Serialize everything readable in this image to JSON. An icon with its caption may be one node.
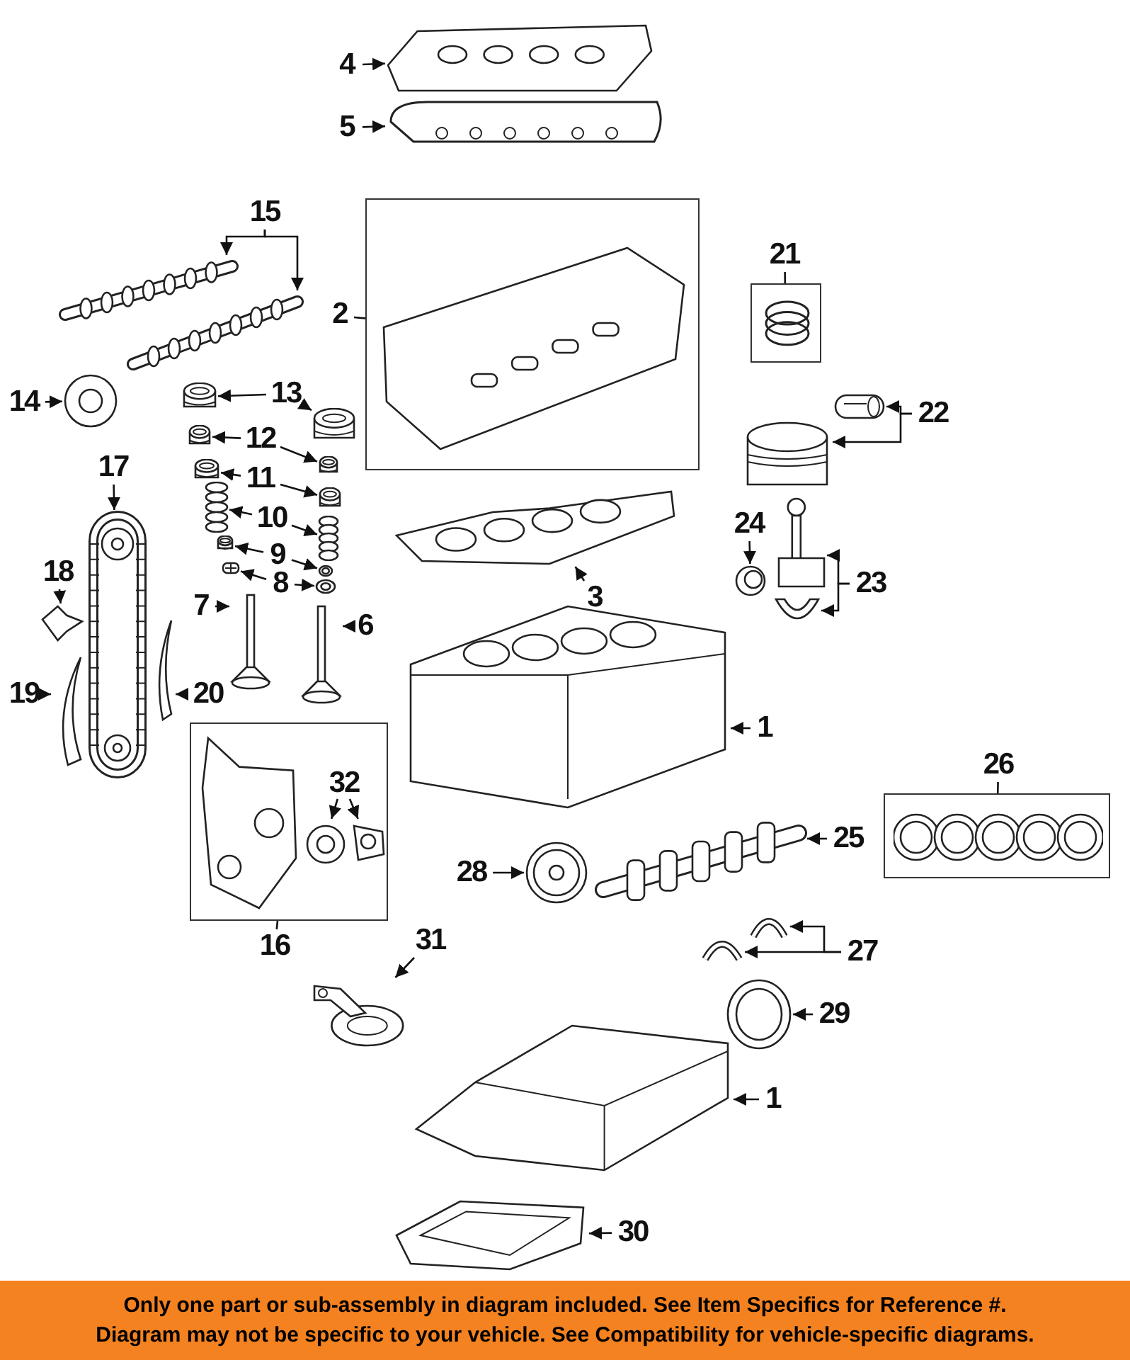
{
  "diagram": {
    "nodes": [
      {
        "text": [
          "4"
        ]
      },
      {
        "text": [],
        "shape": "picture"
      },
      {
        "text": [
          "5"
        ]
      },
      {
        "text": [],
        "shape": "picture"
      },
      {
        "text": [
          "15"
        ]
      },
      {
        "text": [],
        "shape": "picture"
      },
      {
        "text": [],
        "shape": "picture"
      },
      {
        "text": [
          "2"
        ]
      },
      {
        "text": [],
        "shape": "box"
      },
      {
        "text": [
          "14"
        ]
      },
      {
        "text": [],
        "shape": "picture"
      },
      {
        "text": [
          "13"
        ]
      },
      {
        "text": [],
        "shape": "picture"
      },
      {
        "text": [],
        "shape": "picture"
      },
      {
        "text": [
          "21"
        ]
      },
      {
        "text": [],
        "shape": "box"
      },
      {
        "text": [
          "22"
        ]
      },
      {
        "text": [],
        "shape": "picture"
      },
      {
        "text": [],
        "shape": "picture"
      },
      {
        "text": [
          "12"
        ]
      },
      {
        "text": [],
        "shape": "picture"
      },
      {
        "text": [],
        "shape": "picture"
      },
      {
        "text": [
          "11"
        ]
      },
      {
        "text": [],
        "shape": "picture"
      },
      {
        "text": [],
        "shape": "picture"
      },
      {
        "text": [
          "17"
        ]
      },
      {
        "text": [],
        "shape": "picture"
      },
      {
        "text": [
          "10"
        ]
      },
      {
        "text": [],
        "shape": "picture"
      },
      {
        "text": [],
        "shape": "picture"
      },
      {
        "text": [
          "9"
        ]
      },
      {
        "text": [],
        "shape": "picture"
      },
      {
        "text": [],
        "shape": "picture"
      },
      {
        "text": [
          "8"
        ]
      },
      {
        "text": [],
        "shape": "picture"
      },
      {
        "text": [],
        "shape": "picture"
      },
      {
        "text": [
          "18"
        ]
      },
      {
        "text": [],
        "shape": "picture"
      },
      {
        "text": [
          "7"
        ]
      },
      {
        "text": [],
        "shape": "picture"
      },
      {
        "text": [
          "6"
        ]
      },
      {
        "text": [],
        "shape": "picture"
      },
      {
        "text": [
          "3"
        ]
      },
      {
        "text": [],
        "shape": "picture"
      },
      {
        "text": [
          "24"
        ]
      },
      {
        "text": [],
        "shape": "picture"
      },
      {
        "text": [
          "23"
        ]
      },
      {
        "text": [],
        "shape": "picture"
      },
      {
        "text": [],
        "shape": "picture"
      },
      {
        "text": [
          "19"
        ]
      },
      {
        "text": [],
        "shape": "picture"
      },
      {
        "text": [
          "20"
        ]
      },
      {
        "text": [],
        "shape": "picture"
      },
      {
        "text": [
          "1"
        ]
      },
      {
        "text": [],
        "shape": "picture"
      },
      {
        "text": [
          "26"
        ]
      },
      {
        "text": [],
        "shape": "box"
      },
      {
        "text": [],
        "shape": "box"
      },
      {
        "text": [
          "32"
        ],
        "in": 57
      },
      {
        "text": [],
        "shape": "picture",
        "in": 57
      },
      {
        "text": [],
        "shape": "picture",
        "in": 57
      },
      {
        "text": [
          "25"
        ]
      },
      {
        "text": [],
        "shape": "picture"
      },
      {
        "text": [
          "28"
        ]
      },
      {
        "text": [],
        "shape": "picture"
      },
      {
        "text": [
          "27"
        ]
      },
      {
        "text": [],
        "shape": "picture"
      },
      {
        "text": [],
        "shape": "picture"
      },
      {
        "text": [
          "16"
        ]
      },
      {
        "text": [
          "31"
        ]
      },
      {
        "text": [],
        "shape": "picture"
      },
      {
        "text": [
          "29"
        ]
      },
      {
        "text": [],
        "shape": "picture"
      },
      {
        "text": [
          "1"
        ]
      },
      {
        "text": [],
        "shape": "picture"
      },
      {
        "text": [
          "30"
        ]
      },
      {
        "text": [],
        "shape": "picture"
      }
    ],
    "edges": [
      {
        "from": 0,
        "to": 1,
        "arrow": "to"
      },
      {
        "from": 2,
        "to": 3,
        "arrow": "to"
      },
      {
        "from": 4,
        "to": 5,
        "arrow": "to"
      },
      {
        "from": 4,
        "to": 6,
        "arrow": "to"
      },
      {
        "from": 7,
        "to": 8,
        "arrow": "none"
      },
      {
        "from": 9,
        "to": 10,
        "arrow": "to"
      },
      {
        "from": 11,
        "to": 12,
        "arrow": "to"
      },
      {
        "from": 11,
        "to": 13,
        "arrow": "to"
      },
      {
        "from": 14,
        "to": 15,
        "arrow": "none"
      },
      {
        "from": 16,
        "to": 18,
        "arrow": "to"
      },
      {
        "from": 16,
        "to": 17,
        "arrow": "to"
      },
      {
        "from": 19,
        "to": 20,
        "arrow": "to"
      },
      {
        "from": 19,
        "to": 21,
        "arrow": "to"
      },
      {
        "from": 22,
        "to": 23,
        "arrow": "to"
      },
      {
        "from": 22,
        "to": 24,
        "arrow": "to"
      },
      {
        "from": 25,
        "to": 26,
        "arrow": "to"
      },
      {
        "from": 27,
        "to": 28,
        "arrow": "to"
      },
      {
        "from": 27,
        "to": 29,
        "arrow": "to"
      },
      {
        "from": 30,
        "to": 31,
        "arrow": "to"
      },
      {
        "from": 30,
        "to": 32,
        "arrow": "to"
      },
      {
        "from": 33,
        "to": 34,
        "arrow": "to"
      },
      {
        "from": 33,
        "to": 35,
        "arrow": "to"
      },
      {
        "from": 36,
        "to": 37,
        "arrow": "to"
      },
      {
        "from": 38,
        "to": 39,
        "arrow": "to"
      },
      {
        "from": 40,
        "to": 41,
        "arrow": "to"
      },
      {
        "from": 42,
        "to": 43,
        "arrow": "to"
      },
      {
        "from": 44,
        "to": 45,
        "arrow": "to"
      },
      {
        "from": 46,
        "to": 47,
        "arrow": "to"
      },
      {
        "from": 46,
        "to": 48,
        "arrow": "to"
      },
      {
        "from": 49,
        "to": 50,
        "arrow": "to"
      },
      {
        "from": 51,
        "to": 52,
        "arrow": "to"
      },
      {
        "from": 53,
        "to": 54,
        "arrow": "to"
      },
      {
        "from": 55,
        "to": 56,
        "arrow": "none"
      },
      {
        "from": 58,
        "to": 59,
        "arrow": "to"
      },
      {
        "from": 58,
        "to": 60,
        "arrow": "to"
      },
      {
        "from": 61,
        "to": 62,
        "arrow": "to"
      },
      {
        "from": 63,
        "to": 64,
        "arrow": "to"
      },
      {
        "from": 65,
        "to": 67,
        "arrow": "to"
      },
      {
        "from": 65,
        "to": 66,
        "arrow": "to"
      },
      {
        "from": 68,
        "to": 57,
        "arrow": "none"
      },
      {
        "from": 69,
        "to": 70,
        "arrow": "to"
      },
      {
        "from": 71,
        "to": 72,
        "arrow": "to"
      },
      {
        "from": 73,
        "to": 74,
        "arrow": "to"
      },
      {
        "from": 75,
        "to": 76,
        "arrow": "to"
      }
    ],
    "labels": [
      "Only one part or sub-assembly in diagram included. See Item Specifics for Reference #.",
      "Diagram may not be specific to your vehicle. See Compatibility for vehicle-specific diagrams."
    ]
  }
}
